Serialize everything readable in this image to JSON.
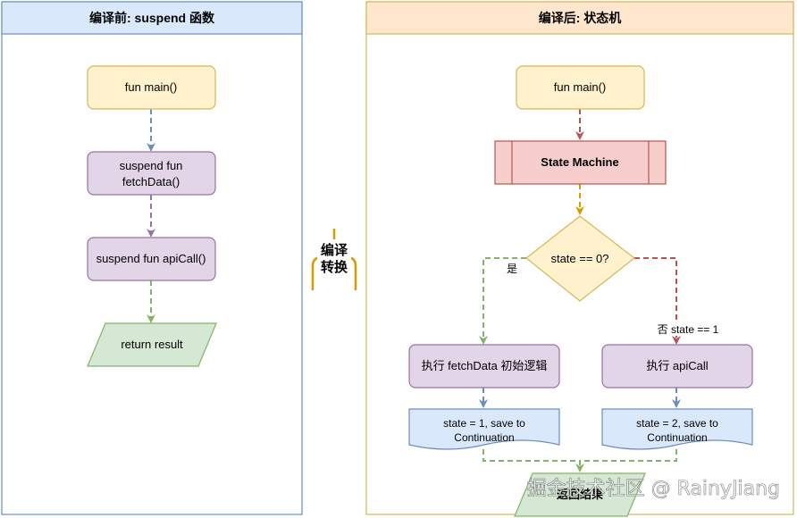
{
  "left_panel": {
    "title": "编译前: suspend 函数",
    "nodes": {
      "main": "fun main()",
      "fetch_line1": "suspend fun",
      "fetch_line2": "fetchData()",
      "api": "suspend fun apiCall()",
      "result": "return result"
    }
  },
  "middle": {
    "line1": "编译",
    "line2": "转换"
  },
  "right_panel": {
    "title": "编译后: 状态机",
    "nodes": {
      "main": "fun main()",
      "state_machine": "State Machine",
      "decision": "state == 0?",
      "yes_label": "是",
      "no_label": "否 state == 1",
      "exec_fetch": "执行 fetchData 初始逻辑",
      "exec_api": "执行 apiCall",
      "doc_left_line1": "state = 1, save to",
      "doc_left_line2": "Continuation",
      "doc_right_line1": "state = 2, save to",
      "doc_right_line2": "Continuation",
      "return_result": "返回结果"
    }
  },
  "watermark": "掘金技术社区 @ RainyJiang",
  "colors": {
    "left_header_fill": "#dae8fc",
    "left_header_stroke": "#6c8ebf",
    "right_header_fill": "#ffe6cc",
    "right_header_stroke": "#d6b656",
    "yellow_fill": "#fff2cc",
    "yellow_stroke": "#d6b656",
    "purple_fill": "#e1d5e7",
    "purple_stroke": "#9673a6",
    "green_fill": "#d5e8d4",
    "green_stroke": "#82b366",
    "red_fill": "#f8cecc",
    "red_stroke": "#b85450",
    "blue_fill": "#dae8fc",
    "blue_stroke": "#6c8ebf",
    "orange_arrow": "#d79b00"
  }
}
